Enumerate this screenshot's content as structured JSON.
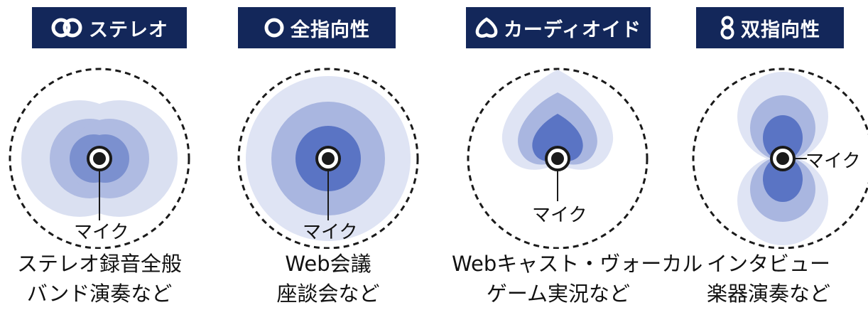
{
  "colors": {
    "badge_bg": "#13275a",
    "pattern_light": "#dfe4f4",
    "pattern_mid": "#a9b6e0",
    "pattern_dark": "#5a74c4"
  },
  "patterns": [
    {
      "id": "stereo",
      "icon": "stereo-double-circle-icon",
      "title": "ステレオ",
      "mic_label": "マイク",
      "caption_line1": "ステレオ録音全般",
      "caption_line2": "バンド演奏など"
    },
    {
      "id": "omni",
      "icon": "omnidirectional-circle-icon",
      "title": "全指向性",
      "mic_label": "マイク",
      "caption_line1": "Web会議",
      "caption_line2": "座談会など"
    },
    {
      "id": "cardioid",
      "icon": "cardioid-heart-icon",
      "title": "カーディオイド",
      "mic_label": "マイク",
      "caption_line1": "Webキャスト・ヴォーカル",
      "caption_line2": "ゲーム実況など"
    },
    {
      "id": "bidirectional",
      "icon": "figure-eight-icon",
      "title": "双指向性",
      "mic_label": "マイク",
      "caption_line1": "インタビュー",
      "caption_line2": "楽器演奏など"
    }
  ]
}
